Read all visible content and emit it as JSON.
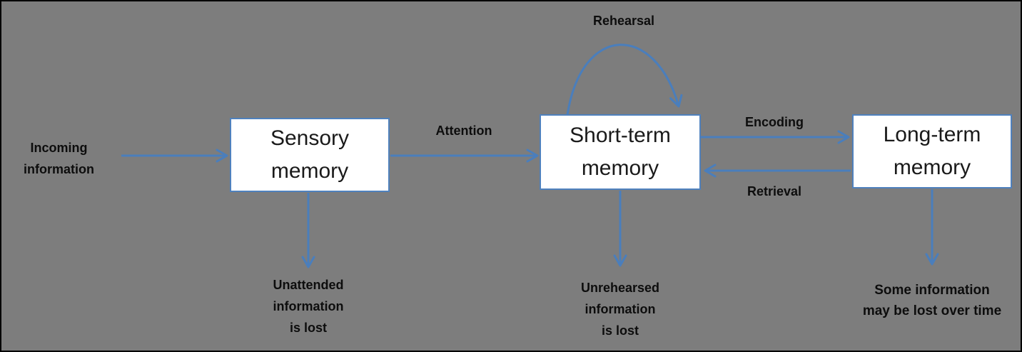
{
  "colors": {
    "background": "#7d7d7d",
    "frame_border": "#000000",
    "box_fill": "#ffffff",
    "box_border": "#4f81bd",
    "arrow": "#4a7ebc",
    "label_text": "#0d0d0d",
    "box_text": "#1a1a1a"
  },
  "nodes": {
    "incoming": {
      "label": "Incoming\ninformation"
    },
    "sensory": {
      "label": "Sensory\nmemory"
    },
    "short_term": {
      "label": "Short-term\nmemory"
    },
    "long_term": {
      "label": "Long-term\nmemory"
    }
  },
  "flows": {
    "attention": {
      "label": "Attention"
    },
    "rehearsal": {
      "label": "Rehearsal"
    },
    "encoding": {
      "label": "Encoding"
    },
    "retrieval": {
      "label": "Retrieval"
    },
    "sensory_loss": {
      "label": "Unattended\ninformation\nis lost"
    },
    "short_term_loss": {
      "label": "Unrehearsed\ninformation\nis lost"
    },
    "long_term_loss": {
      "label": "Some information\nmay be lost over time"
    }
  }
}
